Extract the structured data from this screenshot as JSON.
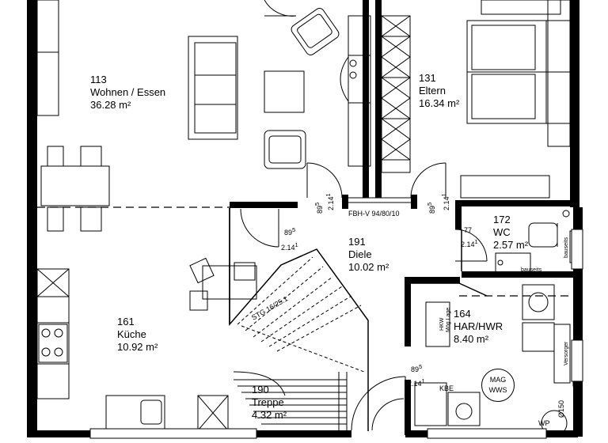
{
  "rooms": {
    "wohnen": {
      "number": "113",
      "name": "Wohnen / Essen",
      "area": "36.28 m²"
    },
    "eltern": {
      "number": "131",
      "name": "Eltern",
      "area": "16.34 m²"
    },
    "diele": {
      "number": "191",
      "name": "Diele",
      "area": "10.02 m²"
    },
    "kueche": {
      "number": "161",
      "name": "Küche",
      "area": "10.92 m²"
    },
    "wc": {
      "number": "172",
      "name": "WC",
      "area": "2.57 m²"
    },
    "har": {
      "number": "164",
      "name": "HAR/HWR",
      "area": "8.40 m²"
    },
    "treppe": {
      "number": "190",
      "name": "Treppe",
      "area": "4.32 m²"
    }
  },
  "annotations": {
    "fbh": "FBH-V 94/80/10",
    "stg": "STG 16/25.1",
    "bauseits": "bauseits",
    "bauseits_vertical": "bauseits",
    "hkw": "HKW",
    "hkw_sub": "Mög Lage",
    "kbe": "KBE",
    "versorger": "Versorger",
    "diameter": "Ø150",
    "mag": "MAG",
    "wws": "WWS",
    "wp": "WP"
  },
  "door_dims": [
    {
      "id": "d1",
      "height": "89",
      "height_sup": "5",
      "width": "2.14",
      "width_sup": "1"
    },
    {
      "id": "d2",
      "height": "89",
      "height_sup": "5",
      "width": "2.14",
      "width_sup": "1"
    },
    {
      "id": "d3",
      "height": "89",
      "height_sup": "5",
      "width": "2.14",
      "width_sup": "1"
    },
    {
      "id": "d4",
      "height": "77",
      "height_sup": "",
      "width": "2.14",
      "width_sup": "1"
    },
    {
      "id": "d5",
      "height": "89",
      "height_sup": "5",
      "width": "2.14",
      "width_sup": "1"
    }
  ]
}
